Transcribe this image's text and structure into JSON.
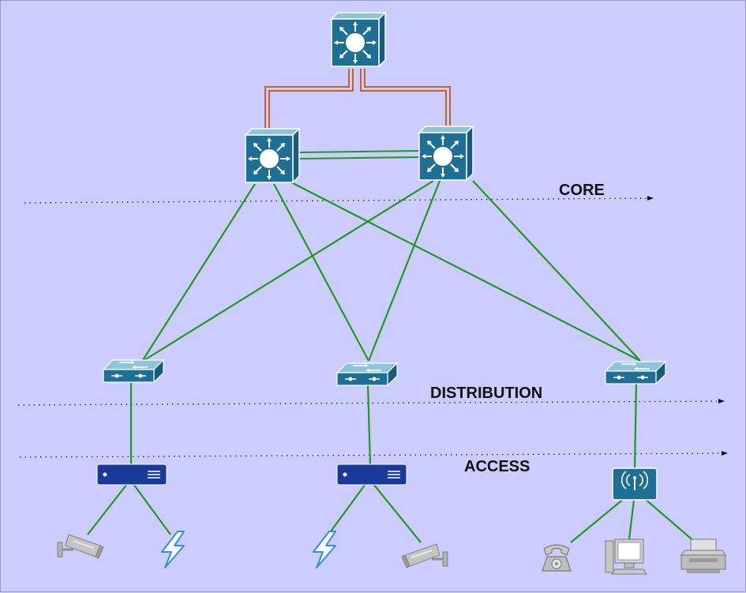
{
  "layers": {
    "core": "CORE",
    "distribution": "DISTRIBUTION",
    "access": "ACCESS"
  },
  "devices": {
    "top_switch": "multilayer-switch-icon",
    "core_switches": [
      "multilayer-switch-icon",
      "multilayer-switch-icon"
    ],
    "distribution_switches": [
      "workgroup-switch-icon",
      "workgroup-switch-icon",
      "workgroup-switch-icon"
    ],
    "access_devices": [
      "access-switch-icon",
      "access-switch-icon",
      "wireless-access-point-icon"
    ],
    "endpoints": [
      [
        "security-camera-icon",
        "lightning-icon"
      ],
      [
        "lightning-icon",
        "security-camera-icon"
      ],
      [
        "telephone-icon",
        "workstation-icon",
        "printer-icon"
      ]
    ]
  },
  "colors": {
    "background": "#ccccff",
    "link_green": "#1f9a1f",
    "link_orange": "#c0622a",
    "switch_blue": "#1f6f94",
    "access_navy": "#1a3a9a",
    "endpoint_gray": "#a8a8a8"
  }
}
